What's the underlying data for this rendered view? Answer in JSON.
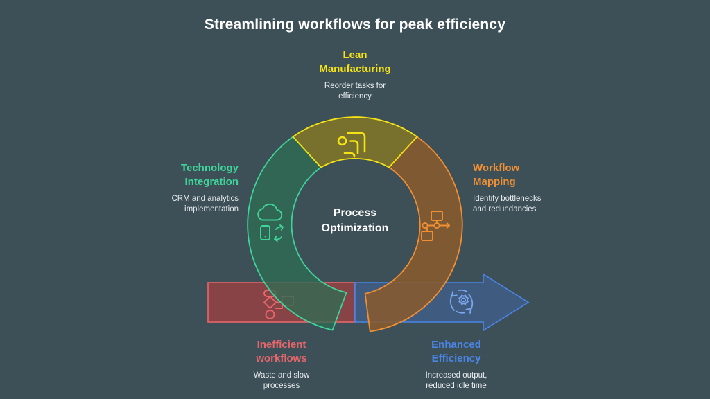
{
  "page": {
    "background_color": "#3d4f57",
    "title": "Streamlining workflows for peak efficiency"
  },
  "center": {
    "label": "Process\nOptimization",
    "color": "#ffffff"
  },
  "segments": [
    {
      "id": "lean-manufacturing",
      "title": "Lean\nManufacturing",
      "description": "Reorder tasks for\nefficiency",
      "color": "#f5e316",
      "icon": "reorder-tasks-icon",
      "position": "top"
    },
    {
      "id": "technology-integration",
      "title": "Technology\nIntegration",
      "description": "CRM and analytics\nimplementation",
      "color": "#3fd59a",
      "icon": "cloud-sync-icon",
      "position": "left"
    },
    {
      "id": "workflow-mapping",
      "title": "Workflow\nMapping",
      "description": "Identify bottlenecks\nand redundancies",
      "color": "#f09034",
      "icon": "flowchart-arrow-icon",
      "position": "right"
    }
  ],
  "flow": [
    {
      "id": "inefficient-workflows",
      "title": "Inefficient\nworkflows",
      "description": "Waste and slow\nprocesses",
      "color": "#e8666a",
      "icon": "process-flow-icon",
      "shape": "rectangle"
    },
    {
      "id": "enhanced-efficiency",
      "title": "Enhanced\nEfficiency",
      "description": "Increased output,\nreduced idle time",
      "color": "#4a86e8",
      "icon": "gear-refresh-icon",
      "shape": "arrow"
    }
  ]
}
